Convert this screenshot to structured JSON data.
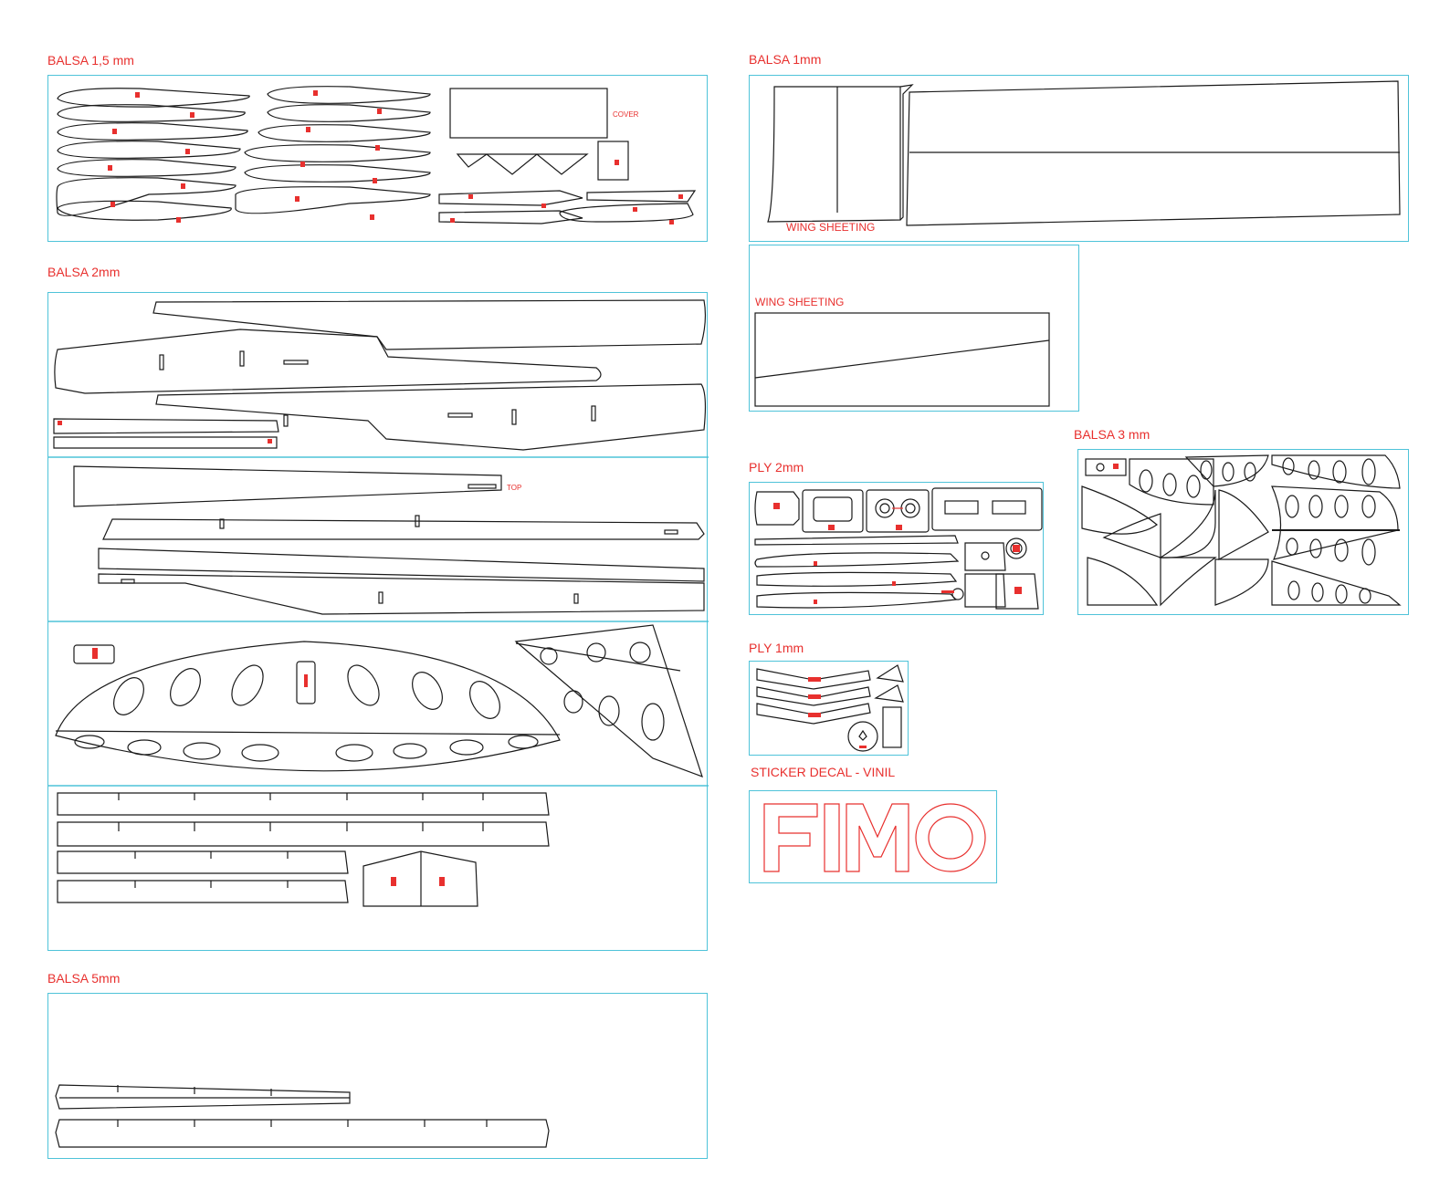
{
  "accent_color": "#e8302e",
  "sheet_border_color": "#4fc3d9",
  "sheets": {
    "balsa15": {
      "label": "BALSA 1,5 mm",
      "note": "COVER"
    },
    "balsa1": {
      "label": "BALSA 1mm",
      "note": "WING SHEETING"
    },
    "balsa2": {
      "label": "BALSA 2mm",
      "top_note": "TOP"
    },
    "balsa5": {
      "label": "BALSA 5mm"
    },
    "wing_sheeting": {
      "note": "WING SHEETING"
    },
    "balsa3": {
      "label": "BALSA 3 mm"
    },
    "ply2": {
      "label": "PLY 2mm"
    },
    "ply1": {
      "label": "PLY 1mm"
    },
    "sticker": {
      "label": "STICKER DECAL - VINIL",
      "logo_text": "FIMO"
    }
  }
}
